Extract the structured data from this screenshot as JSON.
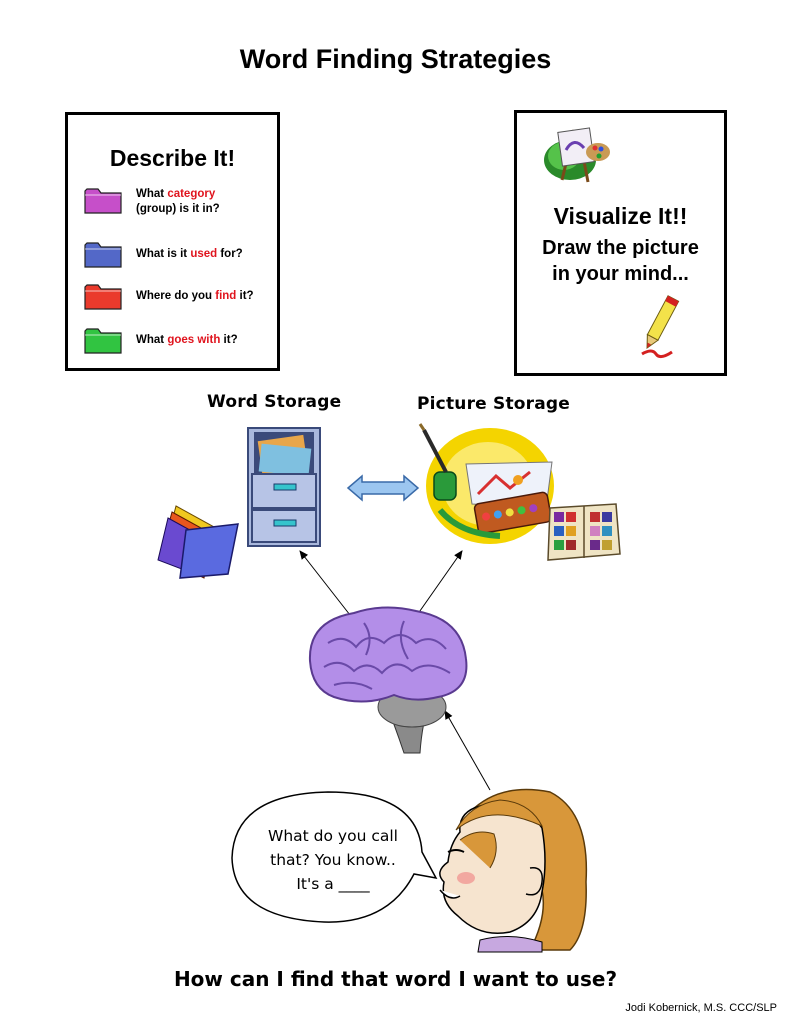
{
  "title": "Word Finding Strategies",
  "describe": {
    "title": "Describe It!",
    "items": [
      {
        "pre": "What ",
        "highlight": "category",
        "post": "",
        "line2": "(group) is it in?",
        "folder_color": "#c64fc9"
      },
      {
        "pre": "What is it ",
        "highlight": "used",
        "post": " for?",
        "line2": "",
        "folder_color": "#5368c8"
      },
      {
        "pre": "Where do you ",
        "highlight": "find",
        "post": " it?",
        "line2": "",
        "folder_color": "#ea3a2c"
      },
      {
        "pre": "What ",
        "highlight": "goes with",
        "post": " it?",
        "line2": "",
        "folder_color": "#31c441"
      }
    ]
  },
  "visualize": {
    "title": "Visualize It!!",
    "line1": "Draw the picture",
    "line2": "in your mind..."
  },
  "storage": {
    "word_label": "Word Storage",
    "picture_label": "Picture Storage"
  },
  "speech_bubble": {
    "line1": "What do you call",
    "line2": "that?  You know..",
    "line3": "It's a ____"
  },
  "bottom_question": "How can I find that word I want to use?",
  "credit": "Jodi Kobernick, M.S. CCC/SLP",
  "colors": {
    "highlight": "#e0141e",
    "brain": "#b38ee8",
    "cabinet": "#a9b8dd",
    "arrow": "#9cc6f0"
  },
  "icons": [
    "folder-icon",
    "easel-icon",
    "crayon-icon",
    "file-cabinet-icon",
    "paint-palette-icon",
    "folders-icon",
    "paint-box-icon",
    "brain-icon",
    "girl-illustration"
  ]
}
